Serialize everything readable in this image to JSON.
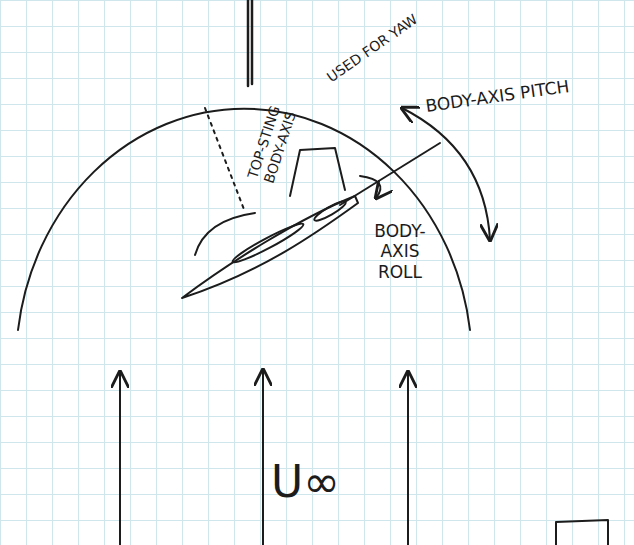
{
  "diagram": {
    "labels": [
      "TOP-STING BODY-AXIS",
      "USED FOR YAW",
      "BODY-AXIS PITCH",
      "BODY-AXIS ROLL",
      "U∞"
    ]
  }
}
